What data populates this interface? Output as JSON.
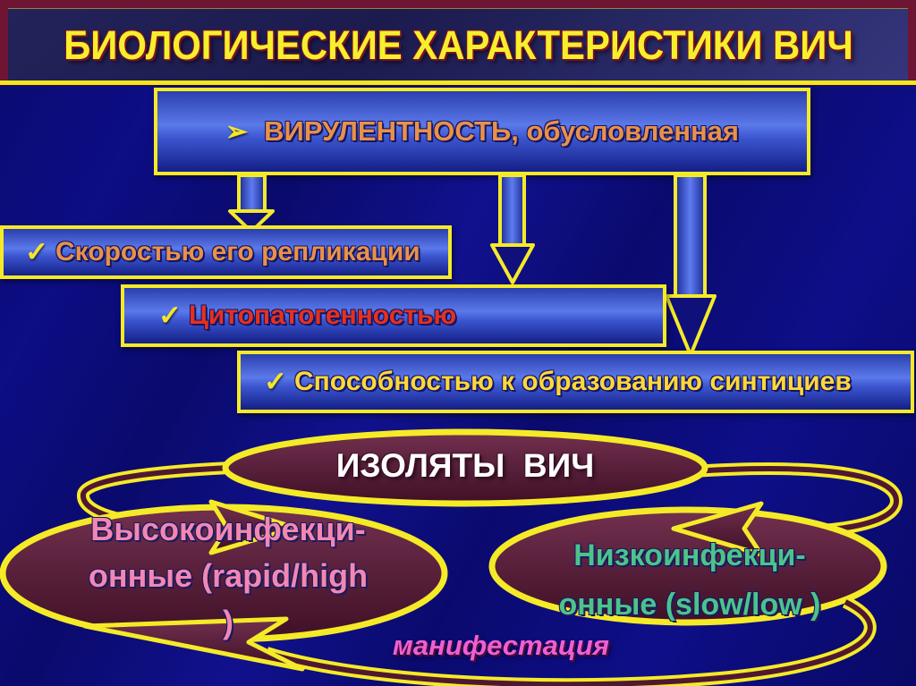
{
  "slide": {
    "title": "БИОЛОГИЧЕСКИЕ ХАРАКТЕРИСТИКИ ВИЧ",
    "title_color": "#f6ef2c"
  },
  "virulence": {
    "bullet_icon": "➢",
    "label": "ВИРУЛЕНТНОСТЬ, обусловленная",
    "color": "#e8914a"
  },
  "factors": [
    {
      "check_icon": "✓",
      "label": "Скоростью его репликации",
      "color": "#e8914a"
    },
    {
      "check_icon": "✓",
      "label": "Цитопатогенностью",
      "color": "#e5311f"
    },
    {
      "check_icon": "✓",
      "label": "Способностью к образованию синтициев",
      "color": "#ffd83a"
    }
  ],
  "isolates": {
    "label": "ИЗОЛЯТЫ  ВИЧ",
    "color": "#ffffff"
  },
  "high_infectious": {
    "line1": "Высокоинфекци-",
    "line2": "онные (rapid/high",
    "line3": ")",
    "color": "#f287b2"
  },
  "low_infectious": {
    "line1": "Низкоинфекци-",
    "line2": "онные (slow/low )",
    "color": "#4dc389"
  },
  "manifestation": {
    "label": "манифестация",
    "color": "#ef5fd2"
  },
  "theme": {
    "background_navy": "#0b0b76",
    "accent_yellow": "#f5ea28",
    "maroon_fill": "#5a1c38",
    "frame_red": "#6d1533",
    "box_blue": "#3c56d0"
  }
}
